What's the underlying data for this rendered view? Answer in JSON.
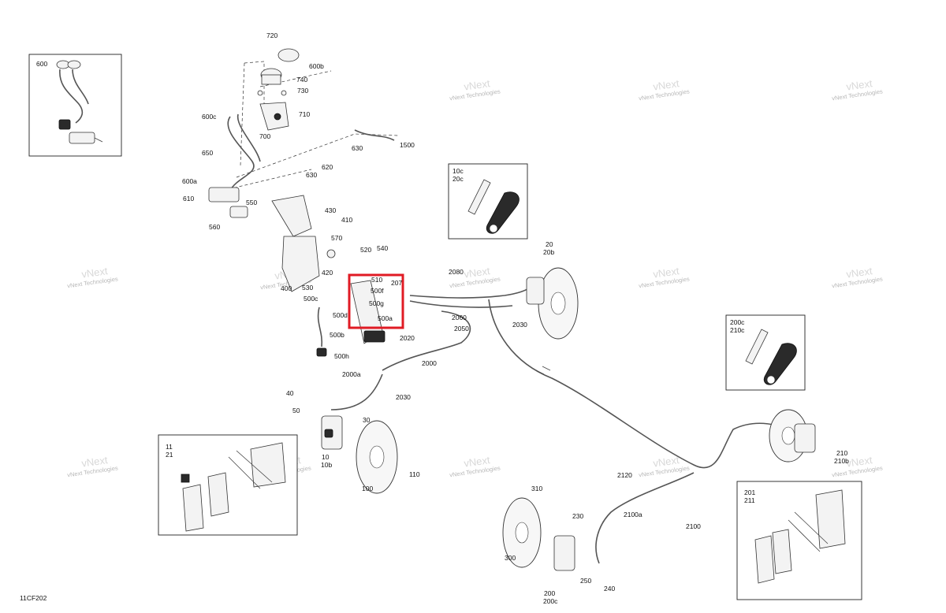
{
  "diagram": {
    "code": "11CF202",
    "watermark": [
      "vNext",
      "Technologies"
    ],
    "inset_labels": {
      "bleeder_front": [
        "10c",
        "20c"
      ],
      "bleeder_rear": [
        "200c",
        "210c"
      ],
      "pads_front": [
        "11",
        "21"
      ],
      "pads_rear": [
        "201",
        "211"
      ],
      "master_cyl": "600"
    },
    "callouts": {
      "c720": "720",
      "c600b": "600b",
      "c740": "740",
      "c730": "730",
      "c710": "710",
      "c700": "700",
      "c600c": "600c",
      "c650": "650",
      "c630a": "630",
      "c1500": "1500",
      "c620": "620",
      "c630b": "630",
      "c600a": "600a",
      "c610": "610",
      "c550": "550",
      "c560": "560",
      "c430": "430",
      "c410": "410",
      "c570": "570",
      "c520": "520",
      "c540": "540",
      "c420": "420",
      "c400": "400",
      "c530": "530",
      "c510": "510",
      "c207": "207",
      "c500f": "500f",
      "c500g": "500g",
      "c500c": "500c",
      "c500d": "500d",
      "c500a": "500a",
      "c500b": "500b",
      "c500h": "500h",
      "c2080": "2080",
      "c20": "20",
      "c20b": "20b",
      "c2060": "2060",
      "c2050": "2050",
      "c2030a": "2030",
      "c2020": "2020",
      "c2000": "2000",
      "c2000a": "2000a",
      "c2030b": "2030",
      "c40": "40",
      "c50": "50",
      "c30": "30",
      "c10": "10",
      "c10b": "10b",
      "c100": "100",
      "c110": "110",
      "c310": "310",
      "c230": "230",
      "c300": "300",
      "c250": "250",
      "c240": "240",
      "c200": "200",
      "c200c": "200c",
      "c2120": "2120",
      "c2100a": "2100a",
      "c2100": "2100",
      "c210": "210",
      "c210b": "210b"
    }
  }
}
